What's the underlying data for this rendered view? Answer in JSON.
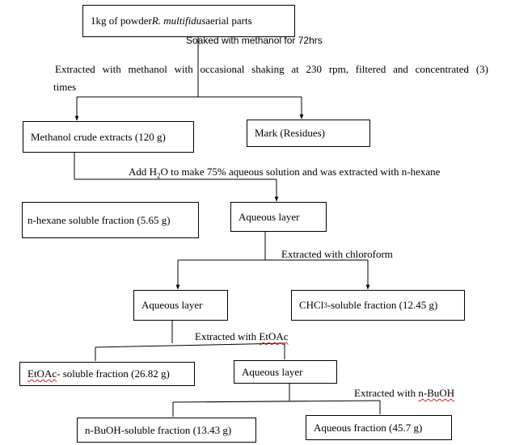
{
  "boxes": {
    "start": {
      "pre": "1kg of powder ",
      "italic": "R. multifidus",
      "post": " aerial parts"
    },
    "methanol_crude": "Methanol  crude extracts (120 g)",
    "mark": "Mark  (Residues)",
    "hexane": "n-hexane soluble fraction (5.65 g)",
    "aqueous1": "Aqueous  layer",
    "aqueous2": "Aqueous  layer",
    "chcl3": {
      "pre": "CHCl",
      "sub": "3",
      "post": "-soluble  fraction  (12.45 g)"
    },
    "etoac": {
      "wavy": "EtOAc",
      "post": "- soluble fraction (26.82 g)"
    },
    "aqueous3": "Aqueous  layer",
    "buoh": "n-BuOH-soluble fraction (13.43 g)",
    "aqueous_fraction": "Aqueous  fraction  (45.7 g)"
  },
  "steps": {
    "soak": "Soaked with methanol for 72hrs",
    "extract_line1": "Extracted with methanol with occasional shaking at 230 rpm, filtered and concentrated (3)",
    "extract_line2": "times",
    "water": {
      "pre": "Add H",
      "sub": "2",
      "post": "O to make 75% aqueous solution and was extracted with n-hexane"
    },
    "chloroform": "Extracted with chloroform",
    "etoac": {
      "pre": "Extracted with ",
      "wavy": "EtOAc"
    },
    "buoh": {
      "pre": "Extracted with ",
      "wavy": "n-BuOH"
    }
  }
}
